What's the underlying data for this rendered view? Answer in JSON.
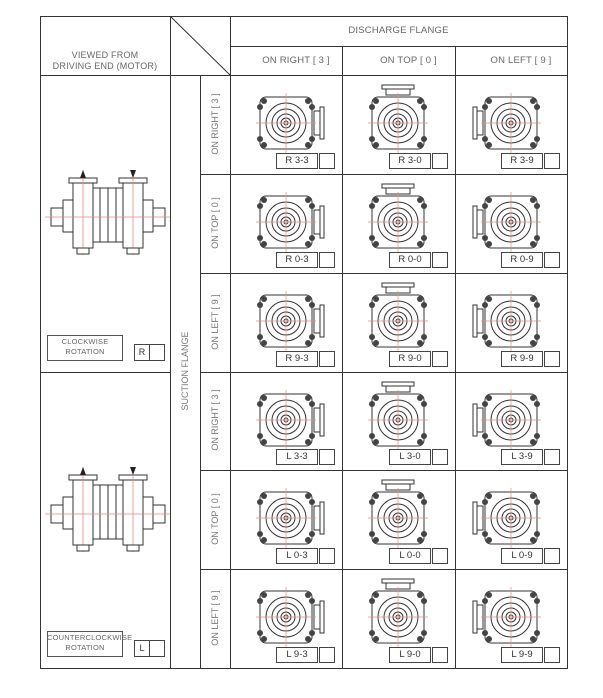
{
  "header": {
    "viewed_from": "VIEWED FROM\nDRIVING END (MOTOR)",
    "viewed_from_line1": "VIEWED FROM",
    "viewed_from_line2": "DRIVING END (MOTOR)",
    "discharge_flange": "DISCHARGE FLANGE",
    "suction_flange": "SUCTION FLANGE",
    "discharge_columns": [
      "ON RIGHT [ 3 ]",
      "ON TOP [ 0 ]",
      "ON LEFT [ 9 ]"
    ]
  },
  "rotations": [
    {
      "label_line1": "CLOCKWISE",
      "label_line2": "ROTATION",
      "code": "R"
    },
    {
      "label_line1": "COUNTERCLOCKWISE",
      "label_line2": "ROTATION",
      "code": "L"
    }
  ],
  "suction_rows": [
    "ON RIGHT [ 3 ]",
    "ON TOP [ 0 ]",
    "ON LEFT [ 9 ]",
    "ON RIGHT [ 3 ]",
    "ON TOP [ 0 ]",
    "ON LEFT [ 9 ]"
  ],
  "codes": [
    [
      "R 3-3",
      "R 3-0",
      "R 3-9"
    ],
    [
      "R 0-3",
      "R 0-0",
      "R 0-9"
    ],
    [
      "R 9-3",
      "R 9-0",
      "R 9-9"
    ],
    [
      "L 3-3",
      "L 3-0",
      "L 3-9"
    ],
    [
      "L 0-3",
      "L 0-0",
      "L 0-9"
    ],
    [
      "L 9-3",
      "L 9-0",
      "L 9-9"
    ]
  ],
  "colors": {
    "line": "#333333",
    "accent": "#d9534f",
    "text": "#666666"
  }
}
